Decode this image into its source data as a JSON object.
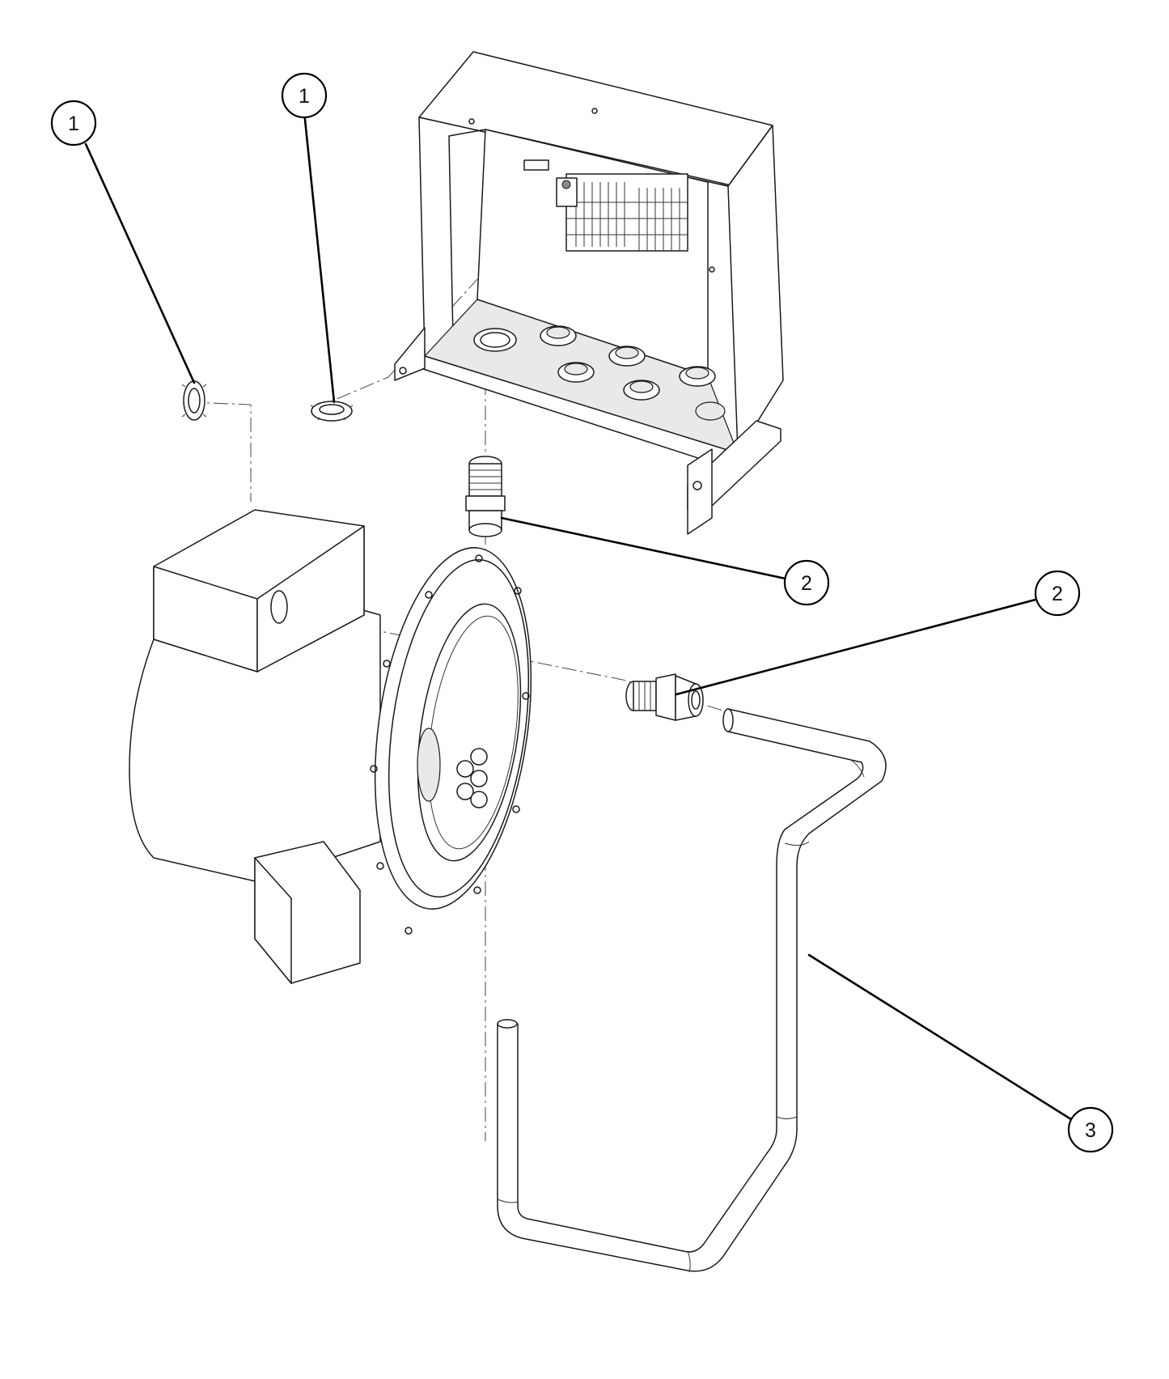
{
  "balloons": [
    {
      "id": "b1a",
      "label": "1"
    },
    {
      "id": "b1b",
      "label": "1"
    },
    {
      "id": "b2a",
      "label": "2"
    },
    {
      "id": "b2b",
      "label": "2"
    },
    {
      "id": "b3",
      "label": "3"
    }
  ],
  "colors": {
    "line": "#1a1a1a",
    "shade": "#e9e9e9",
    "background": "#ffffff"
  },
  "icons": {
    "locknut": "hex-locknut-icon",
    "cable_gland": "cable-gland-icon",
    "enclosure": "junction-box-icon",
    "motor": "motor-icon",
    "conduit": "conduit-icon"
  }
}
